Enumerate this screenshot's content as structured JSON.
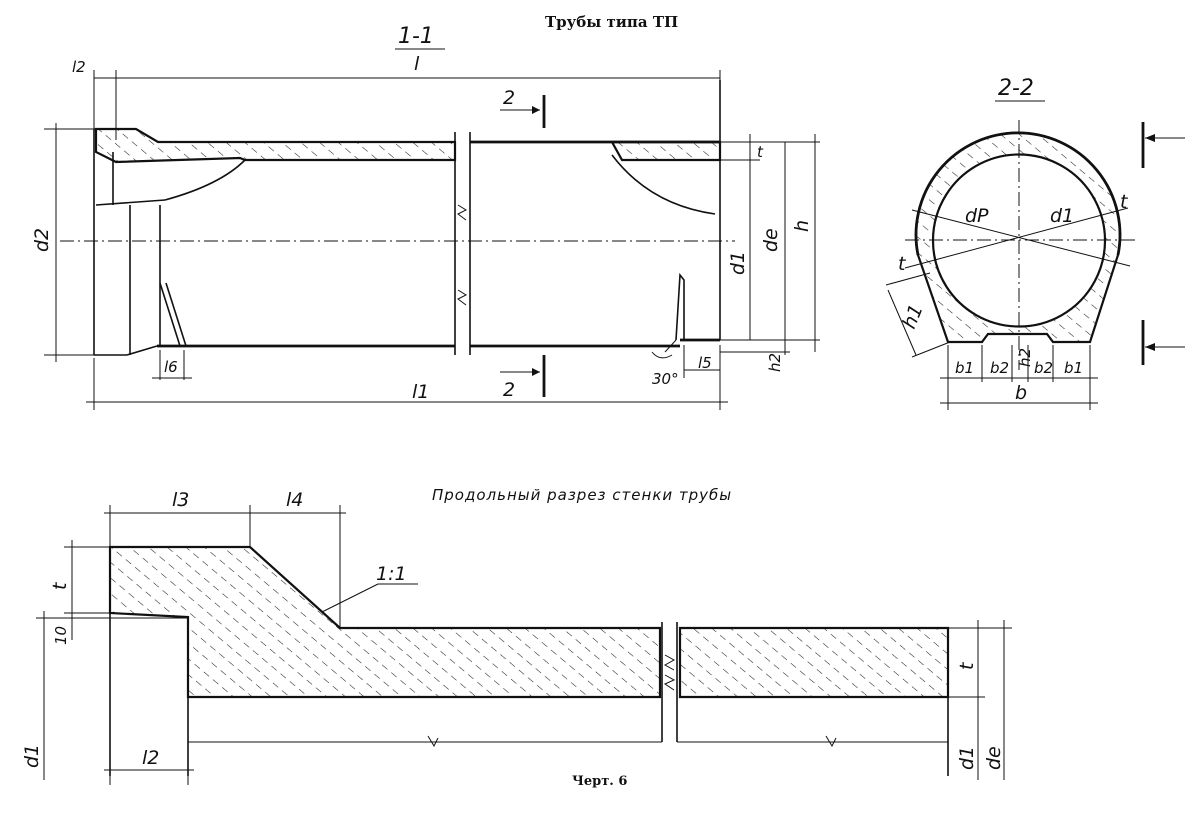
{
  "title": "Трубы типа ТП",
  "caption": "Черт. 6",
  "note": "Продольный разрез стенки трубы",
  "slope": "1:1",
  "sections": {
    "section_1": "1-1",
    "section_2": "2-2",
    "cut_mark": "2"
  },
  "dimensions": {
    "l": "l",
    "l1": "l1",
    "l2": "l2",
    "l3": "l3",
    "l4": "l4",
    "l5": "l5",
    "l6": "l6",
    "d1": "d1",
    "d2": "d2",
    "de": "de",
    "dp": "dP",
    "h": "h",
    "h1": "h1",
    "h2": "h2",
    "t": "t",
    "b": "b",
    "b1": "b1",
    "b2": "b2",
    "angle": "30°",
    "ten": "10"
  }
}
